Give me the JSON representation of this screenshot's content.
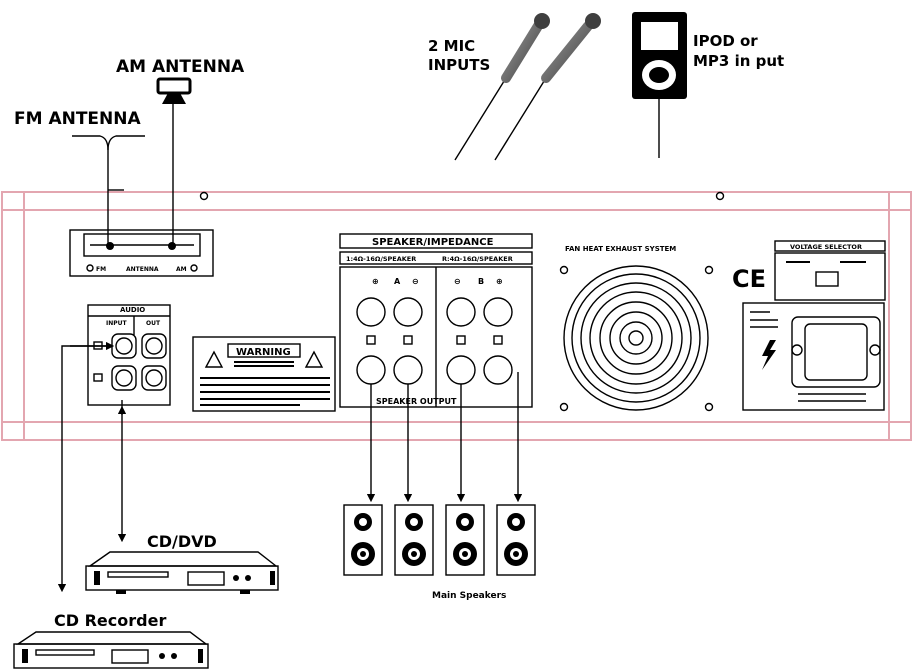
{
  "labels": {
    "fm_antenna": "FM ANTENNA",
    "am_antenna": "AM ANTENNA",
    "mic_inputs_line1": "2 MIC",
    "mic_inputs_line2": "INPUTS",
    "ipod_line1": "IPOD or",
    "ipod_line2": "MP3 in put",
    "cd_dvd": "CD/DVD",
    "cd_recorder": "CD Recorder",
    "main_speakers": "Main Speakers"
  },
  "panel": {
    "speaker_impedance": "SPEAKER/IMPEDANCE",
    "impedance_left": "1:4Ω-16Ω/SPEAKER",
    "impedance_right": "R:4Ω-16Ω/SPEAKER",
    "terminal_a": "A",
    "terminal_b": "B",
    "speaker_output": "SPEAKER OUTPUT",
    "fan_label": "FAN HEAT EXHAUST SYSTEM",
    "voltage_selector": "VOLTAGE SELECTOR",
    "ce_mark": "CE",
    "warning": "WARNING",
    "audio": "AUDIO",
    "audio_input": "INPUT",
    "audio_out": "OUT",
    "antenna_fm": "FM",
    "antenna_label": "ANTENNA",
    "antenna_am": "AM"
  },
  "colors": {
    "panel_outline": "#e3a6b0",
    "ink": "#000000",
    "mic_grey": "#6e6e6e"
  }
}
